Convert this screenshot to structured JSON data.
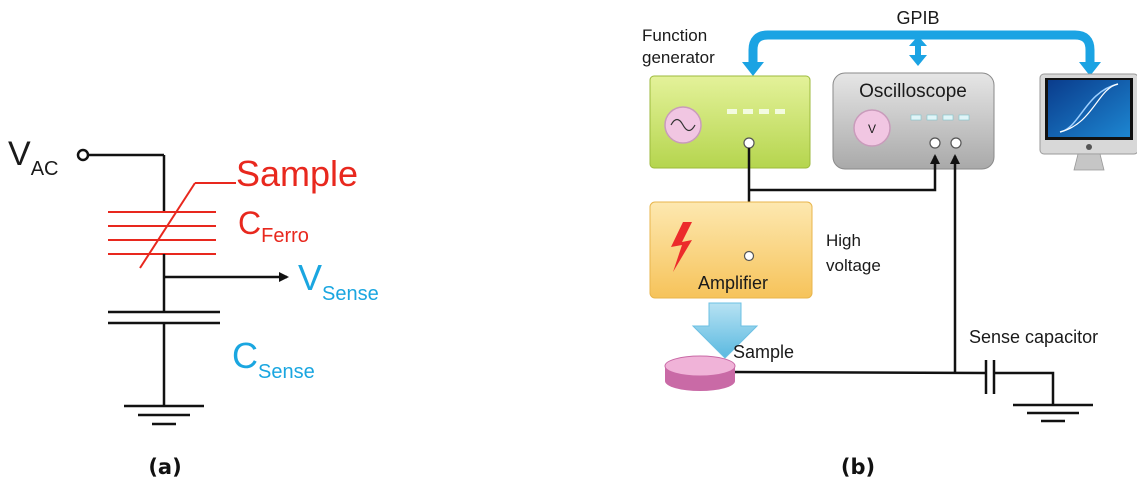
{
  "panel_a": {
    "caption": "(a)",
    "vac": {
      "main": "V",
      "sub": "AC"
    },
    "sample_label": "Sample",
    "cferro": {
      "main": "C",
      "sub": "Ferro"
    },
    "vsense": {
      "main": "V",
      "sub": "Sense"
    },
    "csense": {
      "main": "C",
      "sub": "Sense"
    },
    "colors": {
      "wire": "#111111",
      "sample": "#e8281e",
      "sense": "#1aa6e0"
    }
  },
  "panel_b": {
    "caption": "(b)",
    "gpib_label": "GPIB",
    "function_generator_label": [
      "Function",
      "generator"
    ],
    "oscilloscope_label": "Oscilloscope",
    "oscilloscope_icon": "V",
    "amplifier_label": "Amplifier",
    "high_voltage_label": [
      "High",
      "voltage"
    ],
    "sample_label": "Sample",
    "sense_capacitor_label": "Sense capacitor",
    "colors": {
      "bus": "#1ba3e3",
      "function_generator": "#c8e06a",
      "oscilloscope": "#c9c9c9",
      "amplifier": "#fbd27a",
      "sample_disc": "#e08ec0",
      "sample_arrow": "#8fd0ea"
    }
  }
}
